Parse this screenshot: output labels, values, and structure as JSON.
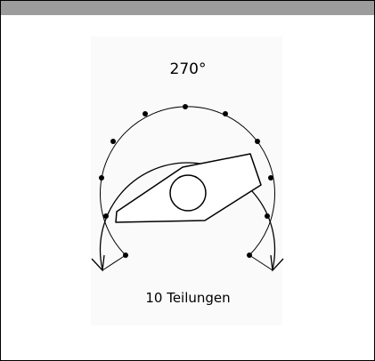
{
  "diagram": {
    "angle_label": "270°",
    "divisions_label": "10 Teilungen",
    "divisions": 10,
    "sweep_degrees": 270
  }
}
